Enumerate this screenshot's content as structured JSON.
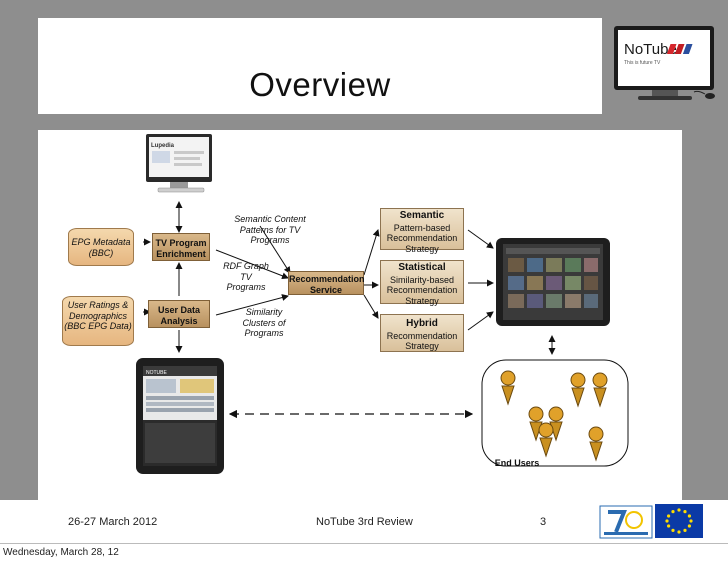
{
  "slide": {
    "title": "Overview",
    "logo": {
      "name": "NoTube",
      "tagline": "This is future TV"
    },
    "footer": {
      "date": "26-27 March 2012",
      "review": "NoTube 3rd Review",
      "page": "3"
    },
    "datebar": "Wednesday, March 28, 12"
  },
  "diagram": {
    "sources": {
      "epg": "EPG Metadata (BBC)",
      "ratings": "User Ratings & Demographics (BBC EPG Data)"
    },
    "processes": {
      "enrichment": "TV Program Enrichment",
      "analysis": "User Data Analysis",
      "recommendation": "Recommendation Service"
    },
    "edge_labels": {
      "semantic_content": "Semantic Content Patterns for TV Programs",
      "rdf_graph": "RDF Graph TV Programs",
      "similarity": "Similarity Clusters of Programs"
    },
    "strategies": [
      {
        "title": "Semantic",
        "desc": "Pattern-based Recommendation Strategy"
      },
      {
        "title": "Statistical",
        "desc": "Similarity-based Recommendation Strategy"
      },
      {
        "title": "Hybrid",
        "desc": "Recommendation Strategy"
      }
    ],
    "devices": {
      "monitor_app": "Lupedia",
      "tablet_header": "NOTUBE"
    },
    "end_users": "End Users"
  }
}
